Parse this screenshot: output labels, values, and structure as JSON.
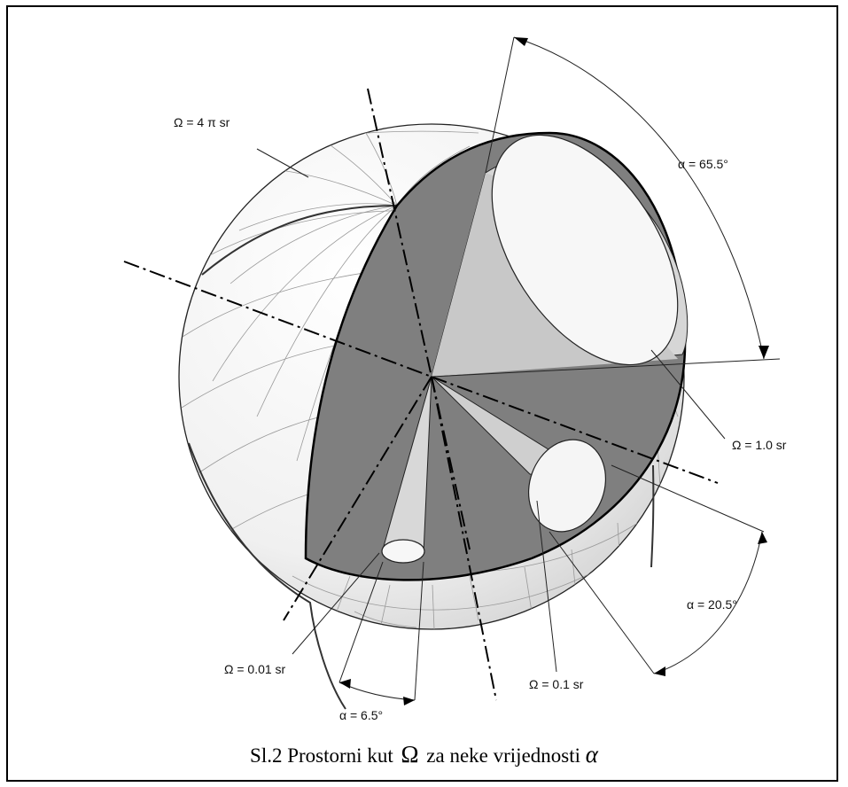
{
  "labels": {
    "omega_4pi": "Ω = 4 π sr",
    "alpha_655": "α = 65.5°",
    "omega_10": "Ω = 1.0 sr",
    "alpha_205": "α = 20.5°",
    "omega_01": "Ω = 0.1 sr",
    "omega_001": "Ω = 0.01 sr",
    "alpha_65": "α = 6.5°"
  },
  "caption": {
    "prefix": "Sl.2 Prostorni kut",
    "omega_symbol": "Ω",
    "middle": "za neke vrijednosti",
    "alpha_symbol": "α"
  },
  "colors": {
    "sphere_fill": "#f2f2f2",
    "section_fill": "#7f7f7f",
    "cone_fill": "#d6d6d6",
    "ink": "#111111"
  }
}
